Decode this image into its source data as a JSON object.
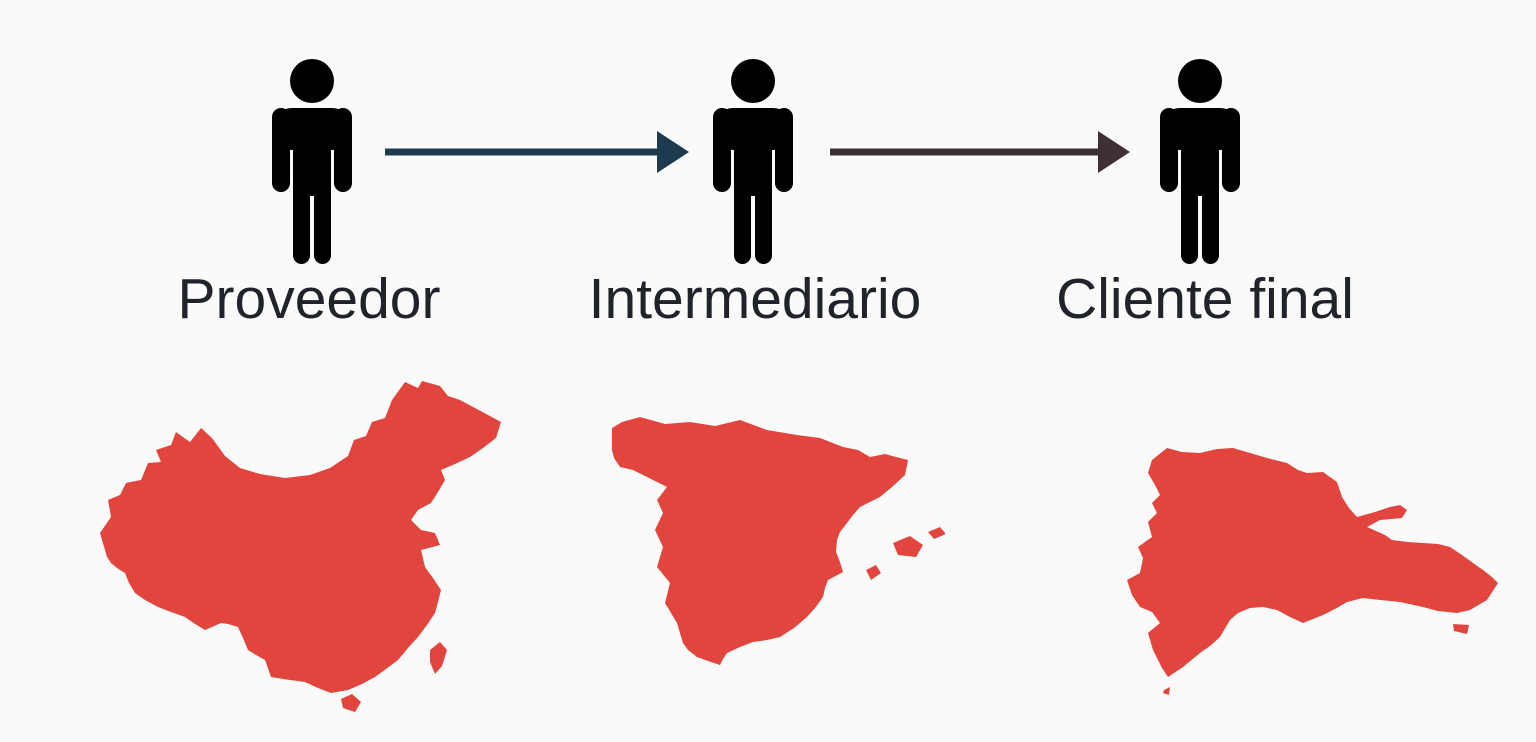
{
  "flow": {
    "steps": [
      {
        "label": "Proveedor",
        "icon": "person-icon",
        "map_icon": "china-map"
      },
      {
        "label": "Intermediario",
        "icon": "person-icon",
        "map_icon": "spain-map"
      },
      {
        "label": "Cliente final",
        "icon": "person-icon",
        "map_icon": "dominican-republic-map"
      }
    ],
    "arrows": [
      {
        "name": "arrow-proveedor-to-intermediario",
        "from": "Proveedor",
        "to": "Intermediario",
        "color": "#1d3a4e"
      },
      {
        "name": "arrow-intermediario-to-cliente",
        "from": "Intermediario",
        "to": "Cliente final",
        "color": "#3e2f34"
      }
    ]
  },
  "colors": {
    "background": "#fafafa",
    "map_red": "#e2453e",
    "icon_dark": "#232830",
    "label_text": "#20242a",
    "arrow1": "#1d3a4e",
    "arrow2": "#3e2f34"
  }
}
